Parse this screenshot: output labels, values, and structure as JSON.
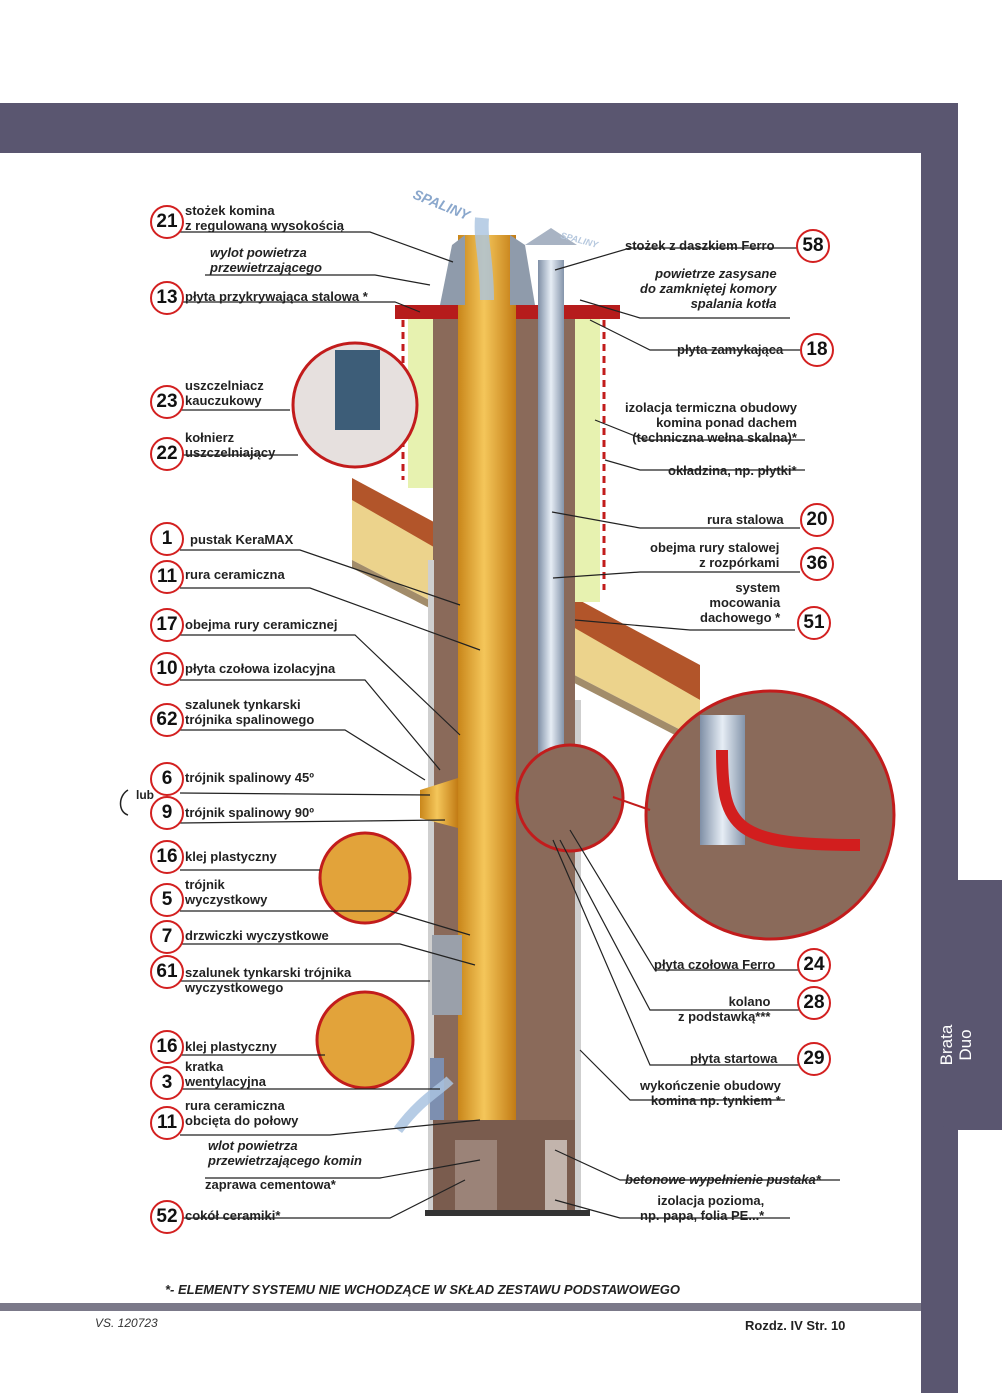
{
  "side_tab": "Brata\nDuo",
  "flow_labels": {
    "spaliny": "SPALINY",
    "spaliny_small": "SPALINY"
  },
  "footnote": "*- ELEMENTY SYSTEMU NIE WCHODZĄCE W SKŁAD ZESTAWU PODSTAWOWEGO",
  "version": "VS. 120723",
  "page_ref": "Rozdz. IV  Str. 10",
  "left_labels": [
    {
      "num": "21",
      "text": "stożek komina\nz regulowaną wysokością"
    },
    {
      "num": "",
      "text": "wylot powietrza\nprzewietrzającego",
      "italic": true
    },
    {
      "num": "13",
      "text": "płyta przykrywająca stalowa *"
    },
    {
      "num": "23",
      "text": "uszczelniacz\nkauczukowy"
    },
    {
      "num": "22",
      "text": "kołnierz\nuszczelniający"
    },
    {
      "num": "1",
      "text": "pustak KeraMAX"
    },
    {
      "num": "11",
      "text": "rura ceramiczna"
    },
    {
      "num": "17",
      "text": "obejma rury ceramicznej"
    },
    {
      "num": "10",
      "text": "płyta czołowa izolacyjna"
    },
    {
      "num": "62",
      "text": "szalunek tynkarski\ntrójnika spalinowego"
    },
    {
      "num": "6",
      "text": "trójnik spalinowy 45º"
    },
    {
      "num": "9",
      "text": "trójnik spalinowy 90º"
    },
    {
      "num": "16",
      "text": "klej plastyczny"
    },
    {
      "num": "5",
      "text": "trójnik\nwyczystkowy"
    },
    {
      "num": "7",
      "text": "drzwiczki wyczystkowe"
    },
    {
      "num": "61",
      "text": "szalunek tynkarski trójnika\nwyczystkowego"
    },
    {
      "num": "16",
      "text": "klej plastyczny"
    },
    {
      "num": "3",
      "text": "kratka\nwentylacyjna"
    },
    {
      "num": "11",
      "text": "rura ceramiczna\nobcięta do połowy"
    },
    {
      "num": "",
      "text": "wlot powietrza\nprzewietrzającego komin",
      "italic": true
    },
    {
      "num": "",
      "text": "zaprawa cementowa*"
    },
    {
      "num": "52",
      "text": "cokół ceramiki*"
    }
  ],
  "lub": "lub",
  "right_labels": [
    {
      "num": "58",
      "text": "stożek z daszkiem Ferro"
    },
    {
      "num": "",
      "text": "powietrze zasysane\ndo zamkniętej komory\nspalania kotła",
      "italic": true
    },
    {
      "num": "18",
      "text": "płyta zamykająca"
    },
    {
      "num": "",
      "text": "izolacja termiczna obudowy\nkomina ponad dachem\n(techniczna wełna skalna)*"
    },
    {
      "num": "",
      "text": "okładzina, np. płytki*"
    },
    {
      "num": "20",
      "text": "rura stalowa"
    },
    {
      "num": "36",
      "text": "obejma rury stalowej\nz rozpórkami"
    },
    {
      "num": "51",
      "text": "system\nmocowania\ndachowego *"
    },
    {
      "num": "24",
      "text": "płyta czołowa Ferro"
    },
    {
      "num": "28",
      "text": "kolano\nz podstawką***"
    },
    {
      "num": "29",
      "text": "płyta startowa"
    },
    {
      "num": "",
      "text": "wykończenie obudowy\nkomina np. tynkiem *"
    },
    {
      "num": "",
      "text": "betonowe wypełnienie pustaka*",
      "italic": true
    },
    {
      "num": "",
      "text": "izolacja pozioma,\nnp. papa, folia PE...*"
    }
  ],
  "colors": {
    "frame": "#5a5670",
    "accent_red": "#d32020",
    "ceramic_pipe": "#e8a92e",
    "block": "#8a6a5a",
    "insulation": "#e7f2b0"
  }
}
